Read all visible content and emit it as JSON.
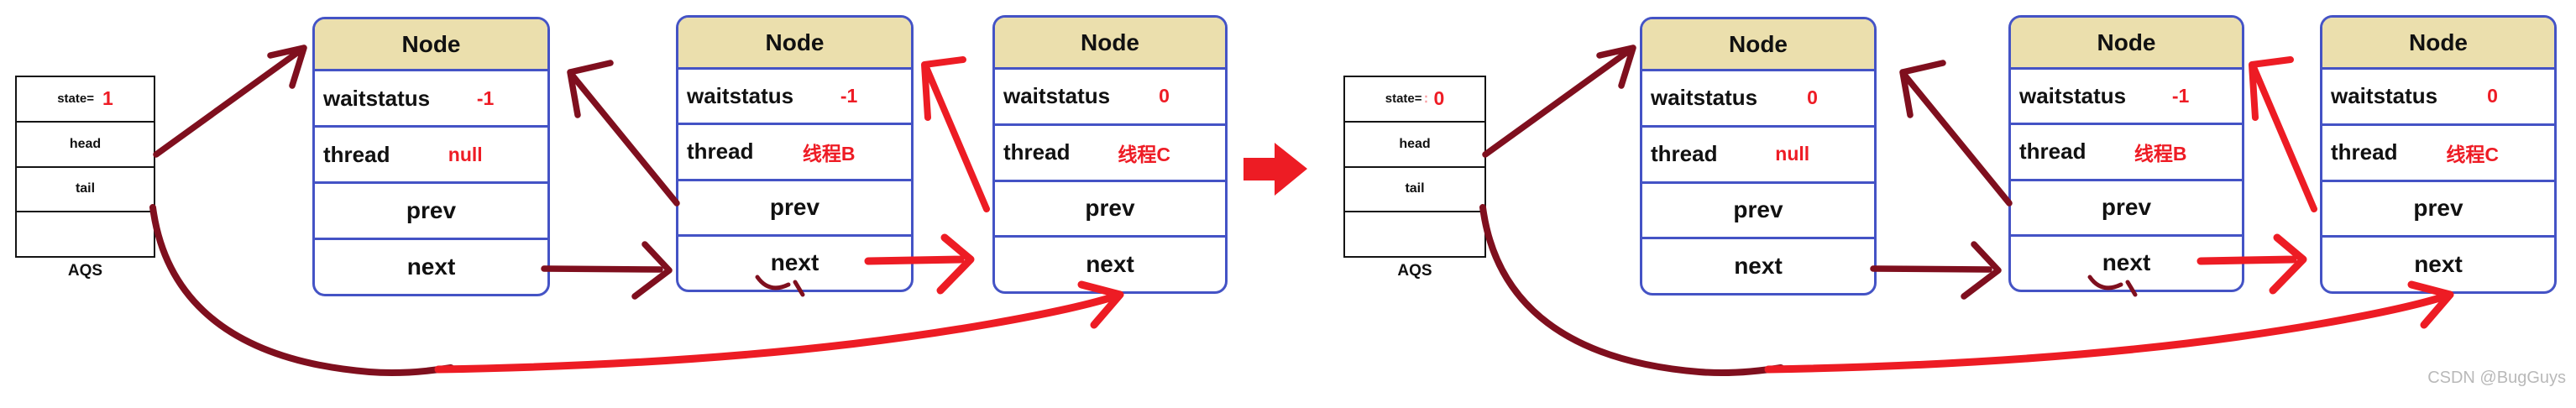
{
  "labels": {
    "node_title": "Node",
    "waitstatus": "waitstatus",
    "thread": "thread",
    "prev": "prev",
    "next": "next",
    "state": "state=",
    "head": "head",
    "tail": "tail",
    "aqs": "AQS"
  },
  "diagrams": {
    "left": {
      "aqs": {
        "state_value": "1",
        "ghost": ""
      },
      "nodes": [
        {
          "title": "Node",
          "waitstatus": "-1",
          "thread": "null"
        },
        {
          "title": "Node",
          "waitstatus": "-1",
          "thread": "线程B"
        },
        {
          "title": "Node",
          "waitstatus": "0",
          "thread": "线程C"
        }
      ],
      "arrows": [
        {
          "from": "aqs.head",
          "to": "node1",
          "color": "dark-red"
        },
        {
          "from": "node1.next",
          "to": "node2",
          "color": "dark-red"
        },
        {
          "from": "node2.prev",
          "to": "node1",
          "color": "dark-red"
        },
        {
          "from": "node2.next",
          "to": "node3",
          "color": "bright-red"
        },
        {
          "from": "node3.prev",
          "to": "node2",
          "color": "bright-red"
        },
        {
          "from": "aqs.tail",
          "to": "node3",
          "color": "dark-red-to-bright-red-curve"
        }
      ]
    },
    "right": {
      "aqs": {
        "state_value": "0",
        "ghost": "∶"
      },
      "nodes": [
        {
          "title": "Node",
          "waitstatus": "0",
          "thread": "null"
        },
        {
          "title": "Node",
          "waitstatus": "-1",
          "thread": "线程B"
        },
        {
          "title": "Node",
          "waitstatus": "0",
          "thread": "线程C"
        }
      ],
      "arrows": [
        {
          "from": "aqs.head",
          "to": "node1",
          "color": "dark-red"
        },
        {
          "from": "node1.next",
          "to": "node2",
          "color": "dark-red"
        },
        {
          "from": "node2.prev",
          "to": "node1",
          "color": "dark-red"
        },
        {
          "from": "node2.next",
          "to": "node3",
          "color": "bright-red"
        },
        {
          "from": "node3.prev",
          "to": "node2",
          "color": "bright-red"
        },
        {
          "from": "aqs.tail",
          "to": "node3",
          "color": "dark-red-to-bright-red-curve"
        }
      ]
    },
    "transition": {
      "symbol": "big-red-right-arrow"
    }
  },
  "colors": {
    "node_border_blue": "#4453c5",
    "node_header_tan": "#ebdfad",
    "bright_red": "#ed1c24",
    "dark_red": "#7f0f1e",
    "value_red": "#ee1c25",
    "watermark_gray": "#b9b9b9"
  },
  "watermark": "CSDN @BugGuys"
}
